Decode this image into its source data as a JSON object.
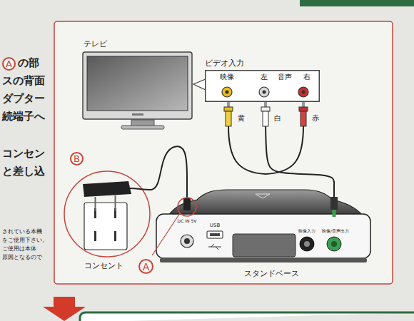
{
  "diagram": {
    "nodes": [
      {
        "text": [
          "テレビ"
        ]
      },
      {
        "text": [
          "ビデオ入力",
          "映像",
          "左",
          "音声",
          "右"
        ]
      },
      {
        "text": [
          "スタンドベース",
          "DC IN 5V",
          "USB",
          "映像入力",
          "映像/音声出力"
        ]
      },
      {
        "text": [
          "B",
          "コンセント"
        ]
      }
    ],
    "edges": [
      {
        "from": 3,
        "to": 2,
        "arrow": "none"
      },
      {
        "from": 2,
        "to": 1,
        "arrow": "none"
      }
    ],
    "labels": [
      "A",
      "の部",
      "スの背面",
      "ダプター",
      "続端子へ",
      "コンセン",
      "と差し込",
      "されている本機",
      "をご使用下さい。",
      "ご使用は本体",
      "原因となるので",
      "黄",
      "白",
      "赤",
      "A"
    ]
  }
}
